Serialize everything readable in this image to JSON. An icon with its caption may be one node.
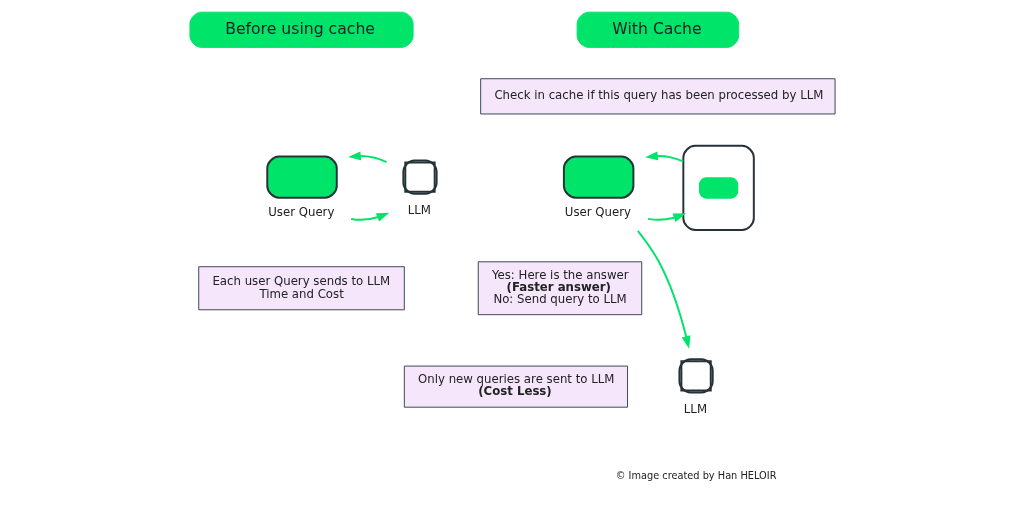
{
  "diagram": {
    "nodes": [
      {
        "text": [
          "Before using cache"
        ]
      },
      {
        "text": [
          "User Query"
        ]
      },
      {
        "text": [
          "LLM"
        ]
      },
      {
        "text": [
          "Each user Query sends to LLM",
          "Time and Cost"
        ]
      },
      {
        "text": [
          "With Cache"
        ]
      },
      {
        "text": [
          "Check in cache if this query has been processed by LLM"
        ]
      },
      {
        "text": [
          "User Query"
        ]
      },
      {
        "text": [],
        "shape": "picture"
      },
      {
        "text": [
          "Yes: Here is the answer",
          "(Faster answer)",
          "No: Send query to LLM"
        ]
      },
      {
        "text": [
          "Only new queries are sent to LLM",
          "(Cost Less)"
        ]
      },
      {
        "text": [
          "LLM"
        ]
      }
    ],
    "edges": [
      {
        "from": 1,
        "to": 2,
        "arrow": "to"
      },
      {
        "from": 2,
        "to": 1,
        "arrow": "to"
      },
      {
        "from": 6,
        "to": 7,
        "arrow": "to"
      },
      {
        "from": 7,
        "to": 6,
        "arrow": "to"
      },
      {
        "from": 6,
        "to": 10,
        "arrow": "to"
      }
    ],
    "labels": [
      "© Image created by Han HELOIR"
    ]
  }
}
